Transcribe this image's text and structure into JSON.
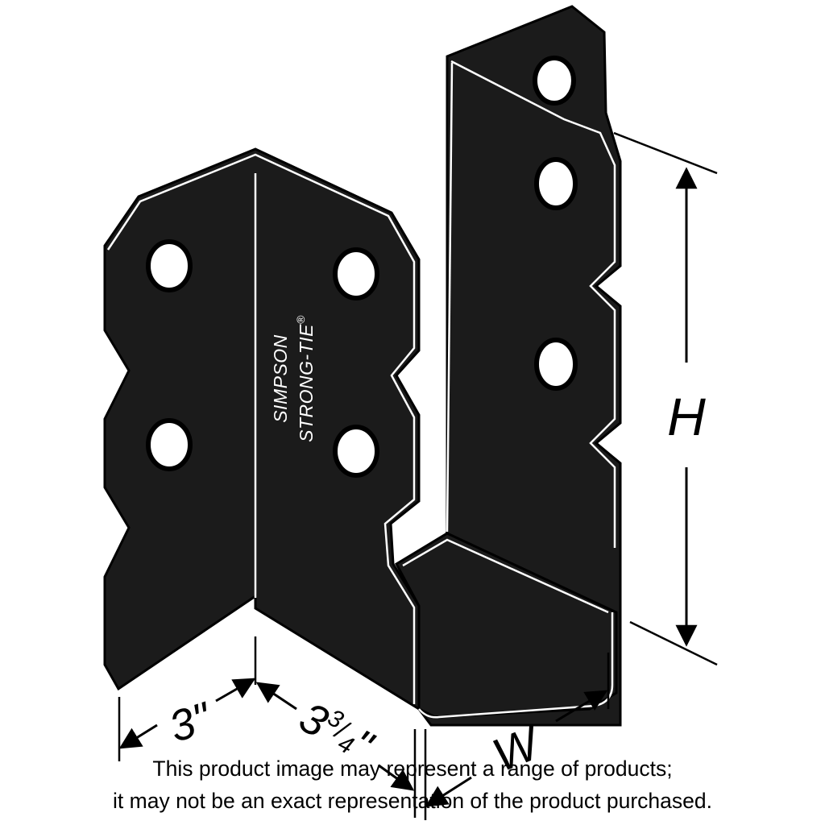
{
  "brand": {
    "line1": "SIMPSON",
    "line2": "STRONG-TIE",
    "registered": "®"
  },
  "dimensions": {
    "flange": "3\"",
    "depth_whole": "3",
    "depth_fraction_num": "3",
    "depth_fraction_den": "4",
    "depth_inch": "\"",
    "width": "W",
    "height": "H"
  },
  "disclaimer": {
    "line1": "This product image may represent a range of products;",
    "line2": "it may not be an exact representation of the product purchased."
  },
  "colors": {
    "metal": "#1b1b1b",
    "outline": "#000000",
    "highlight": "#ffffff",
    "background": "#ffffff"
  }
}
